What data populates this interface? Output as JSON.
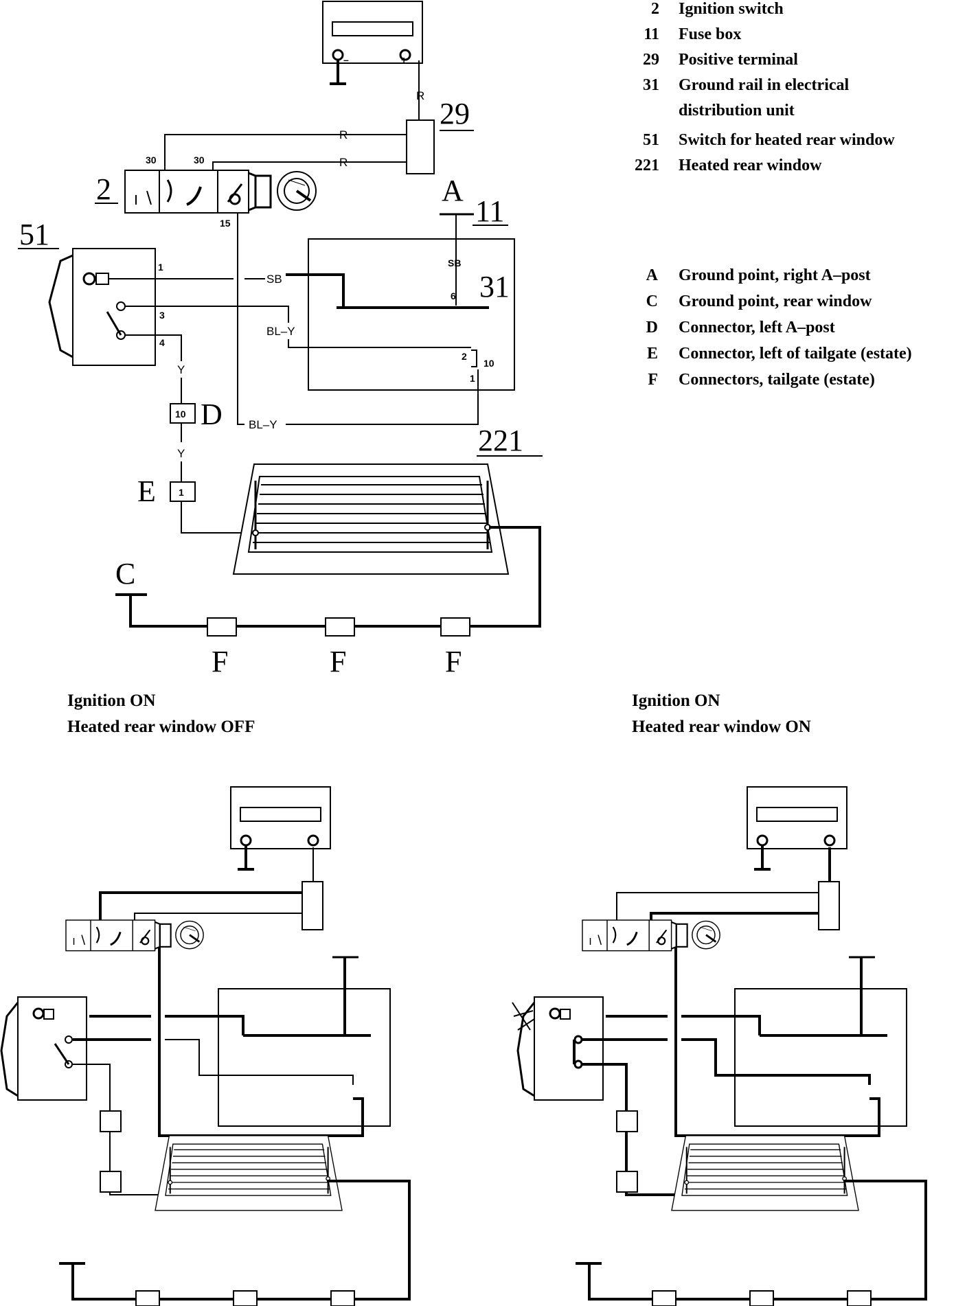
{
  "legend_components": [
    {
      "code": "2",
      "text": "Ignition switch"
    },
    {
      "code": "11",
      "text": "Fuse box"
    },
    {
      "code": "29",
      "text": "Positive terminal"
    },
    {
      "code": "31",
      "text": "Ground rail in electrical"
    },
    {
      "code": "",
      "text": "distribution unit"
    },
    {
      "code": "51",
      "text": "Switch for heated rear window"
    },
    {
      "code": "221",
      "text": "Heated rear window"
    }
  ],
  "legend_points": [
    {
      "code": "A",
      "text": "Ground point, right A–post"
    },
    {
      "code": "C",
      "text": "Ground point,  rear window"
    },
    {
      "code": "D",
      "text": "Connector, left A–post"
    },
    {
      "code": "E",
      "text": "Connector, left of tailgate (estate)"
    },
    {
      "code": "F",
      "text": "Connectors, tailgate (estate)"
    }
  ],
  "main_diagram": {
    "component_labels": {
      "ignition_switch": "2",
      "fuse_box": "11",
      "positive_terminal": "29",
      "ground_rail": "31",
      "rear_window_switch": "51",
      "heated_rear_window": "221"
    },
    "point_labels": {
      "ground_a_post": "A",
      "ground_rear_window": "C",
      "connector_a_post": "D",
      "connector_tailgate_left": "E",
      "connector_tailgate": "F"
    },
    "wire_labels": {
      "red_top": "R",
      "red_1": "R",
      "red_2": "R",
      "sb_fuse": "SB",
      "sb_switch": "SB",
      "bly_upper": "BL–Y",
      "bly_lower": "BL–Y",
      "y_upper": "Y",
      "y_lower": "Y"
    },
    "pin_labels": {
      "ign_30a": "30",
      "ign_30b": "30",
      "ign_15": "15",
      "sw_1": "1",
      "sw_3": "3",
      "sw_4": "4",
      "fuse_6": "6",
      "fuse_2": "2",
      "fuse_1": "1",
      "fuse_10": "10",
      "conn_d_pin": "10",
      "conn_e_pin": "1",
      "batt_minus": "–",
      "batt_plus": "+"
    }
  },
  "state_diagrams": [
    {
      "caption_line1": "Ignition ON",
      "caption_line2": "Heated rear window OFF"
    },
    {
      "caption_line1": "Ignition ON",
      "caption_line2": "Heated rear window ON"
    }
  ]
}
